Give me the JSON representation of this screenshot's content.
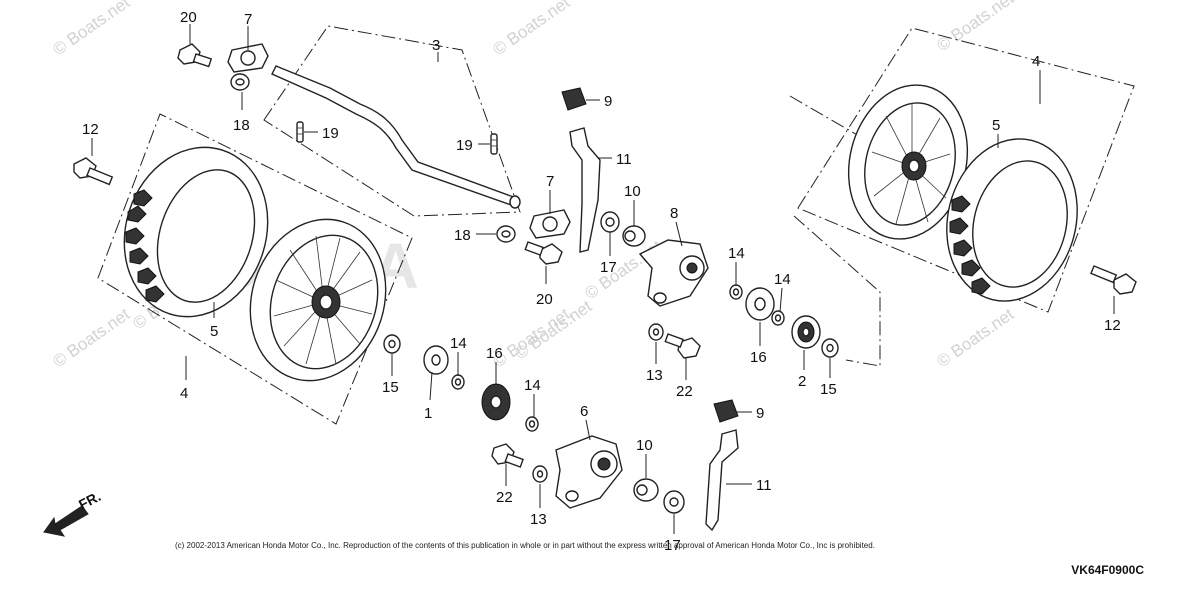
{
  "watermarks": [
    "© Boats.net",
    "© Boats.net",
    "© Boats.net",
    "© Boats.net",
    "© Boats.net",
    "© Boats.net",
    "© Boats.net",
    "© Boats.net",
    "© Boats.net"
  ],
  "brand_watermark": "HONDA",
  "callouts": {
    "c20a": "20",
    "c7a": "7",
    "c18a": "18",
    "c3": "3",
    "c19a": "19",
    "c19b": "19",
    "c12a": "12",
    "c5a": "5",
    "c4a": "4",
    "c18b": "18",
    "c7b": "7",
    "c20b": "20",
    "c9a": "9",
    "c11a": "11",
    "c10a": "10",
    "c17a": "17",
    "c8": "8",
    "c14a": "14",
    "c14b": "14",
    "c16a": "16",
    "c2": "2",
    "c15a": "15",
    "c13a": "13",
    "c22a": "22",
    "c4b": "4",
    "c5b": "5",
    "c12b": "12",
    "c15b": "15",
    "c1": "1",
    "c14c": "14",
    "c16b": "16",
    "c14d": "14",
    "c6": "6",
    "c10b": "10",
    "c17b": "17",
    "c22b": "22",
    "c13b": "13",
    "c9b": "9",
    "c11b": "11"
  },
  "direction_label": "FR.",
  "copyright": "(c) 2002-2013 American Honda Motor Co., Inc. Reproduction of the contents of this publication in whole or in part without the express written approval of American Honda Motor Co., Inc is prohibited.",
  "diagram_code": "VK64F0900C"
}
